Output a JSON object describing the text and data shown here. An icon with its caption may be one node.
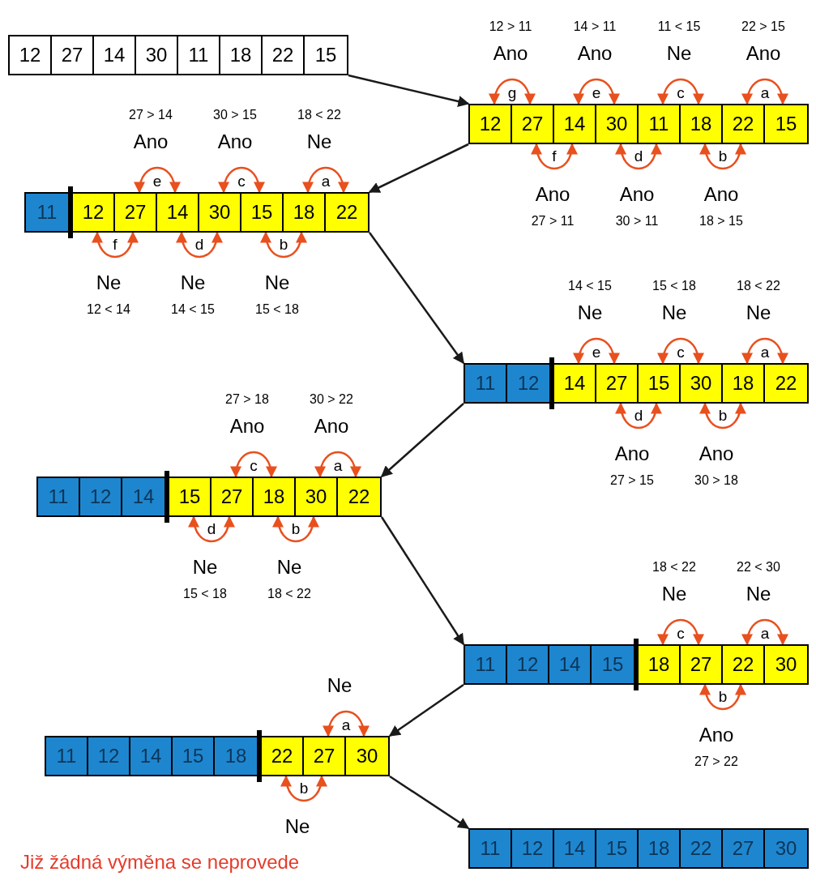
{
  "diagram": {
    "caption": "Již žádná výměna se neprovede",
    "nodes": [
      {
        "text": [],
        "shape": "bar"
      },
      {
        "text": [
          "12"
        ],
        "in": 0
      },
      {
        "text": [
          "27"
        ],
        "in": 0
      },
      {
        "text": [
          "14"
        ],
        "in": 0
      },
      {
        "text": [
          "30"
        ],
        "in": 0
      },
      {
        "text": [
          "11"
        ],
        "in": 0
      },
      {
        "text": [
          "18"
        ],
        "in": 0
      },
      {
        "text": [
          "22"
        ],
        "in": 0
      },
      {
        "text": [
          "15"
        ],
        "in": 0
      },
      {
        "text": [],
        "shape": "bar"
      },
      {
        "text": [
          "12"
        ],
        "in": 9
      },
      {
        "text": [
          "27"
        ],
        "in": 9
      },
      {
        "text": [
          "14"
        ],
        "in": 9
      },
      {
        "text": [
          "30"
        ],
        "in": 9
      },
      {
        "text": [
          "11"
        ],
        "in": 9
      },
      {
        "text": [
          "18"
        ],
        "in": 9
      },
      {
        "text": [
          "22"
        ],
        "in": 9
      },
      {
        "text": [
          "15"
        ],
        "in": 9
      },
      {
        "text": [],
        "shape": "bar"
      },
      {
        "text": [
          "11"
        ],
        "in": 18
      },
      {
        "text": [
          "12"
        ],
        "in": 18
      },
      {
        "text": [
          "27"
        ],
        "in": 18
      },
      {
        "text": [
          "14"
        ],
        "in": 18
      },
      {
        "text": [
          "30"
        ],
        "in": 18
      },
      {
        "text": [
          "15"
        ],
        "in": 18
      },
      {
        "text": [
          "18"
        ],
        "in": 18
      },
      {
        "text": [
          "22"
        ],
        "in": 18
      },
      {
        "text": [],
        "shape": "bar"
      },
      {
        "text": [
          "11"
        ],
        "in": 27
      },
      {
        "text": [
          "12"
        ],
        "in": 27
      },
      {
        "text": [
          "14"
        ],
        "in": 27
      },
      {
        "text": [
          "27"
        ],
        "in": 27
      },
      {
        "text": [
          "15"
        ],
        "in": 27
      },
      {
        "text": [
          "30"
        ],
        "in": 27
      },
      {
        "text": [
          "18"
        ],
        "in": 27
      },
      {
        "text": [
          "22"
        ],
        "in": 27
      },
      {
        "text": [],
        "shape": "bar"
      },
      {
        "text": [
          "11"
        ],
        "in": 36
      },
      {
        "text": [
          "12"
        ],
        "in": 36
      },
      {
        "text": [
          "14"
        ],
        "in": 36
      },
      {
        "text": [
          "15"
        ],
        "in": 36
      },
      {
        "text": [
          "27"
        ],
        "in": 36
      },
      {
        "text": [
          "18"
        ],
        "in": 36
      },
      {
        "text": [
          "30"
        ],
        "in": 36
      },
      {
        "text": [
          "22"
        ],
        "in": 36
      },
      {
        "text": [],
        "shape": "bar"
      },
      {
        "text": [
          "11"
        ],
        "in": 45
      },
      {
        "text": [
          "12"
        ],
        "in": 45
      },
      {
        "text": [
          "14"
        ],
        "in": 45
      },
      {
        "text": [
          "15"
        ],
        "in": 45
      },
      {
        "text": [
          "18"
        ],
        "in": 45
      },
      {
        "text": [
          "27"
        ],
        "in": 45
      },
      {
        "text": [
          "22"
        ],
        "in": 45
      },
      {
        "text": [
          "30"
        ],
        "in": 45
      },
      {
        "text": [],
        "shape": "bar"
      },
      {
        "text": [
          "11"
        ],
        "in": 54
      },
      {
        "text": [
          "12"
        ],
        "in": 54
      },
      {
        "text": [
          "14"
        ],
        "in": 54
      },
      {
        "text": [
          "15"
        ],
        "in": 54
      },
      {
        "text": [
          "18"
        ],
        "in": 54
      },
      {
        "text": [
          "22"
        ],
        "in": 54
      },
      {
        "text": [
          "27"
        ],
        "in": 54
      },
      {
        "text": [
          "30"
        ],
        "in": 54
      },
      {
        "text": [],
        "shape": "bar"
      },
      {
        "text": [
          "11"
        ],
        "in": 63
      },
      {
        "text": [
          "12"
        ],
        "in": 63
      },
      {
        "text": [
          "14"
        ],
        "in": 63
      },
      {
        "text": [
          "15"
        ],
        "in": 63
      },
      {
        "text": [
          "18"
        ],
        "in": 63
      },
      {
        "text": [
          "22"
        ],
        "in": 63
      },
      {
        "text": [
          "27"
        ],
        "in": 63
      },
      {
        "text": [
          "30"
        ],
        "in": 63
      }
    ],
    "edges": [
      {
        "from": 0,
        "to": 9,
        "arrow": "to",
        "color": "#1a1a1a"
      },
      {
        "from": 9,
        "to": 18,
        "arrow": "to",
        "color": "#1a1a1a"
      },
      {
        "from": 18,
        "to": 27,
        "arrow": "to",
        "color": "#1a1a1a"
      },
      {
        "from": 27,
        "to": 36,
        "arrow": "to",
        "color": "#1a1a1a"
      },
      {
        "from": 36,
        "to": 45,
        "arrow": "to",
        "color": "#1a1a1a"
      },
      {
        "from": 45,
        "to": 54,
        "arrow": "to",
        "color": "#1a1a1a"
      },
      {
        "from": 54,
        "to": 63,
        "arrow": "to",
        "color": "#1a1a1a"
      },
      {
        "from": 10,
        "to": 11,
        "arrow": "both",
        "label": "g"
      },
      {
        "from": 12,
        "to": 13,
        "arrow": "both",
        "label": "e"
      },
      {
        "from": 14,
        "to": 15,
        "arrow": "both",
        "label": "c"
      },
      {
        "from": 16,
        "to": 17,
        "arrow": "both",
        "label": "a"
      },
      {
        "from": 11,
        "to": 12,
        "arrow": "both",
        "label": "f"
      },
      {
        "from": 13,
        "to": 14,
        "arrow": "both",
        "label": "d"
      },
      {
        "from": 15,
        "to": 16,
        "arrow": "both",
        "label": "b"
      },
      {
        "from": 21,
        "to": 22,
        "arrow": "both",
        "label": "e"
      },
      {
        "from": 23,
        "to": 24,
        "arrow": "both",
        "label": "c"
      },
      {
        "from": 25,
        "to": 26,
        "arrow": "both",
        "label": "a"
      },
      {
        "from": 20,
        "to": 21,
        "arrow": "both",
        "label": "f"
      },
      {
        "from": 22,
        "to": 23,
        "arrow": "both",
        "label": "d"
      },
      {
        "from": 24,
        "to": 25,
        "arrow": "both",
        "label": "b"
      },
      {
        "from": 30,
        "to": 31,
        "arrow": "both",
        "label": "e"
      },
      {
        "from": 32,
        "to": 33,
        "arrow": "both",
        "label": "c"
      },
      {
        "from": 34,
        "to": 35,
        "arrow": "both",
        "label": "a"
      },
      {
        "from": 31,
        "to": 32,
        "arrow": "both",
        "label": "d"
      },
      {
        "from": 33,
        "to": 34,
        "arrow": "both",
        "label": "b"
      },
      {
        "from": 41,
        "to": 42,
        "arrow": "both",
        "label": "c"
      },
      {
        "from": 43,
        "to": 44,
        "arrow": "both",
        "label": "a"
      },
      {
        "from": 40,
        "to": 41,
        "arrow": "both",
        "label": "d"
      },
      {
        "from": 42,
        "to": 43,
        "arrow": "both",
        "label": "b"
      },
      {
        "from": 50,
        "to": 51,
        "arrow": "both",
        "label": "c"
      },
      {
        "from": 52,
        "to": 53,
        "arrow": "both",
        "label": "a"
      },
      {
        "from": 51,
        "to": 52,
        "arrow": "both",
        "label": "b"
      },
      {
        "from": 61,
        "to": 62,
        "arrow": "both",
        "label": "a"
      },
      {
        "from": 60,
        "to": 61,
        "arrow": "both",
        "label": "b"
      }
    ],
    "labels": [
      "12 > 11",
      "14 > 11",
      "11 < 15",
      "22 > 15",
      "Ano",
      "Ano",
      "Ne",
      "Ano",
      "Ano",
      "Ano",
      "Ano",
      "27 > 11",
      "30 > 11",
      "18 > 15",
      "27 > 14",
      "30 > 15",
      "18 < 22",
      "Ano",
      "Ano",
      "Ne",
      "Ne",
      "Ne",
      "Ne",
      "12 < 14",
      "14 < 15",
      "15 < 18",
      "14 < 15",
      "15 < 18",
      "18 < 22",
      "Ne",
      "Ne",
      "Ne",
      "Ano",
      "Ano",
      "27 > 15",
      "30 > 18",
      "27 > 18",
      "30 > 22",
      "Ano",
      "Ano",
      "Ne",
      "Ne",
      "15 < 18",
      "18 < 22",
      "18 < 22",
      "22 < 30",
      "Ne",
      "Ne",
      "Ano",
      "27 > 22",
      "Ne",
      "Ne"
    ]
  }
}
